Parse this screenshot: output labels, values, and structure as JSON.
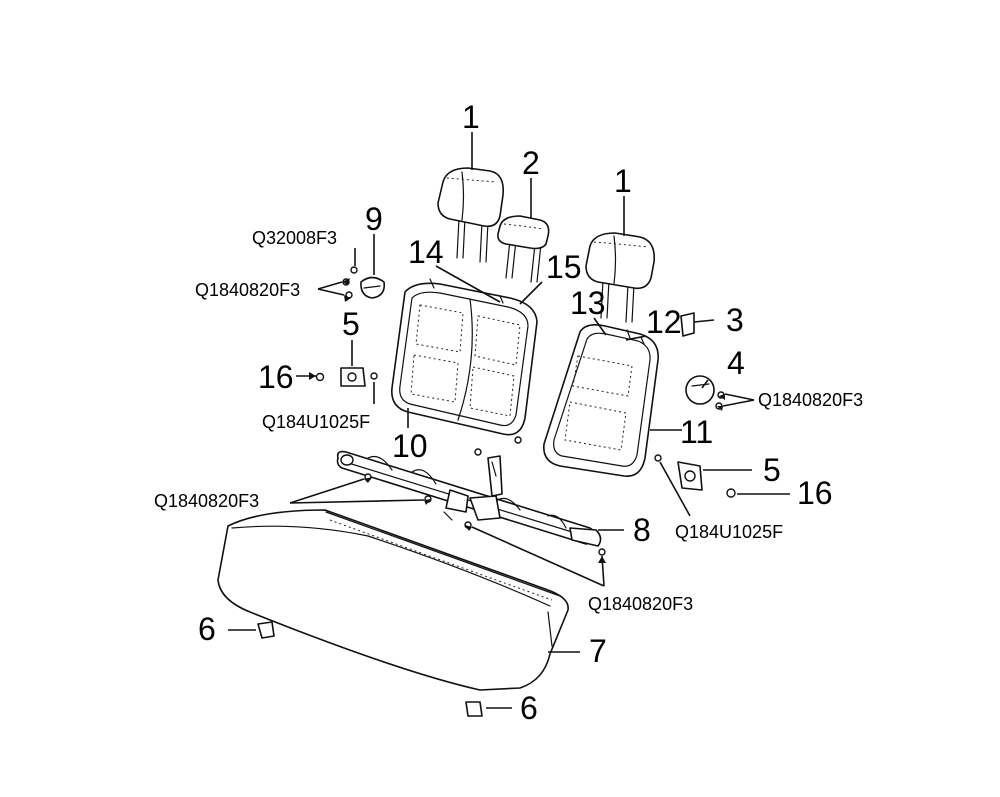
{
  "labels": {
    "headrest_left": "1",
    "headrest_right": "1",
    "headrest_center": "2",
    "part_3": "3",
    "part_4": "4",
    "bracket_left": "5",
    "bracket_right": "5",
    "clip_left": "6",
    "clip_bottom": "6",
    "cushion": "7",
    "frame": "8",
    "cover_9": "9",
    "backrest_left": "10",
    "backrest_right": "11",
    "part_12": "12",
    "part_13": "13",
    "part_14": "14",
    "part_15": "15",
    "nut_left": "16",
    "nut_right": "16"
  },
  "codes": {
    "screw_top": "Q32008F3",
    "bolt_left_top": "Q1840820F3",
    "bolt_right": "Q1840820F3",
    "bolt_frame_left": "Q1840820F3",
    "bolt_frame_bottom": "Q1840820F3",
    "bolt_u_left": "Q184U1025F",
    "bolt_u_right": "Q184U1025F"
  }
}
